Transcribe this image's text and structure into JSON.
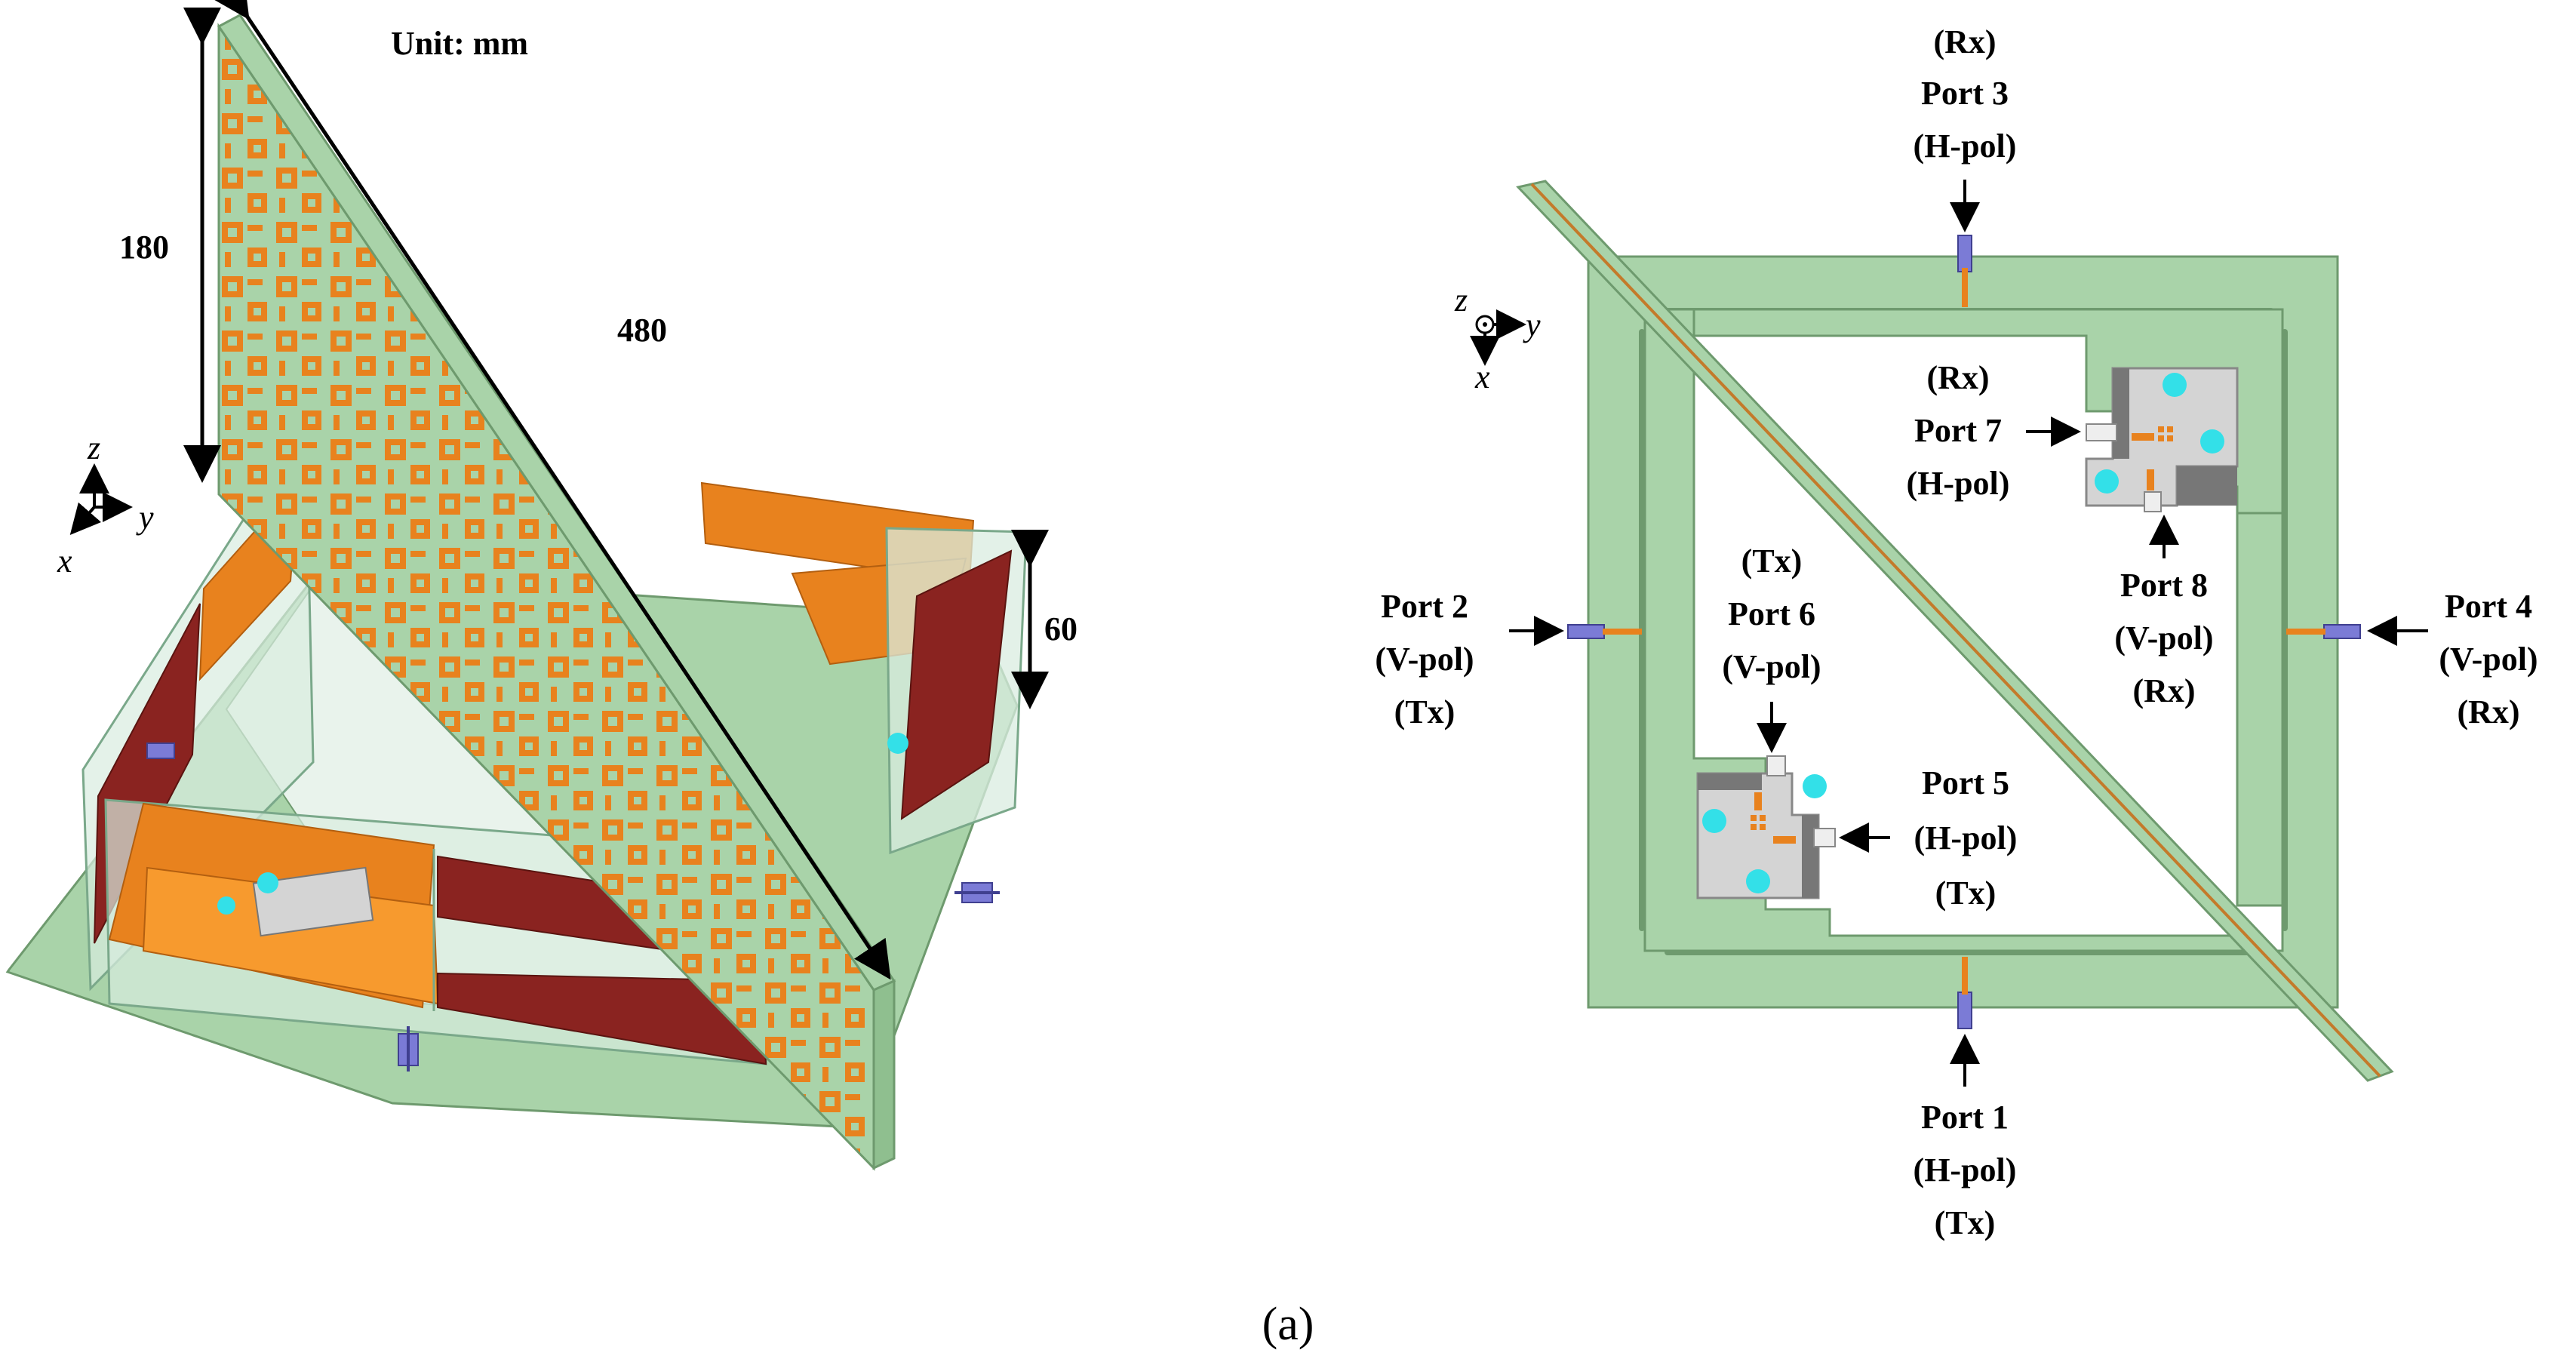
{
  "colors": {
    "copper": "#e8821e",
    "substrate": "#a9d3a9",
    "substrate_edge": "#6e9a6e",
    "dark_red": "#8a2320",
    "glass": "#d9ece0",
    "connector": "#7b7bd6",
    "gray_block": "#d4d4d4",
    "cyan": "#33e0e8",
    "tx": "#e8261e",
    "rx": "#1f27d9"
  },
  "left_view": {
    "unit": "Unit: mm",
    "dim_height": "180",
    "dim_length": "480",
    "dim_wall": "60",
    "axes": {
      "z": "z",
      "y": "y",
      "x": "x"
    }
  },
  "right_view": {
    "axes": {
      "z": "z",
      "y": "y",
      "x": "x"
    },
    "ports": {
      "p1": {
        "name": "Port 1",
        "pol": "(H-pol)",
        "role": "(Tx)"
      },
      "p2": {
        "name": "Port 2",
        "pol": "(V-pol)",
        "role": "(Tx)"
      },
      "p3": {
        "name": "Port 3",
        "pol": "(H-pol)",
        "role": "(Rx)"
      },
      "p4": {
        "name": "Port 4",
        "pol": "(V-pol)",
        "role": "(Rx)"
      },
      "p5": {
        "name": "Port 5",
        "pol": "(H-pol)",
        "role": "(Tx)"
      },
      "p6": {
        "name": "Port 6",
        "pol": "(V-pol)",
        "role": "(Tx)"
      },
      "p7": {
        "name": "Port 7",
        "pol": "(H-pol)",
        "role": "(Rx)"
      },
      "p8": {
        "name": "Port 8",
        "pol": "(V-pol)",
        "role": "(Rx)"
      }
    }
  },
  "caption": "(a)"
}
